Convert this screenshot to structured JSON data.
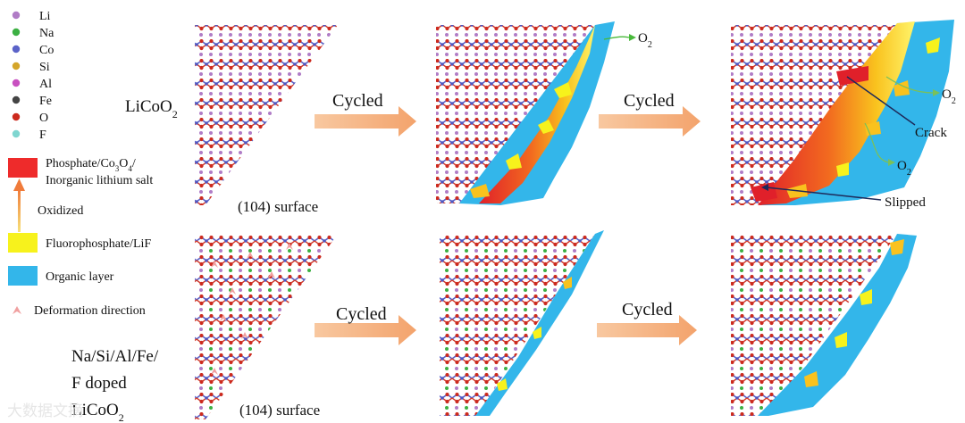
{
  "legend": {
    "elements": [
      {
        "symbol": "Li",
        "color": "#b07cc6"
      },
      {
        "symbol": "Na",
        "color": "#3cb043"
      },
      {
        "symbol": "Co",
        "color": "#5b63c8"
      },
      {
        "symbol": "Si",
        "color": "#d4a52a"
      },
      {
        "symbol": "Al",
        "color": "#c850c0"
      },
      {
        "symbol": "Fe",
        "color": "#444444"
      },
      {
        "symbol": "O",
        "color": "#cc2a1e"
      },
      {
        "symbol": "F",
        "color": "#7fd6d0"
      }
    ],
    "phosphate": {
      "line1": "Phosphate/Co",
      "sub1": "3",
      "mid": "O",
      "sub2": "4",
      "tail": "/",
      "line2": "Inorganic lithium salt",
      "color": "#ee2b2b"
    },
    "oxidized": "Oxidized",
    "fluorophosphate": {
      "label": "Fluorophosphate/LiF",
      "color": "#f7f21c"
    },
    "organic": {
      "label": "Organic layer",
      "color": "#33b6ea"
    },
    "deformation": {
      "label": "Deformation direction",
      "color": "#f0a0a0"
    }
  },
  "rows": {
    "top": {
      "label_main": "LiCoO",
      "label_sub": "2",
      "surface": "(104) surface",
      "arrow1": "Cycled",
      "arrow2": "Cycled"
    },
    "bottom": {
      "label_line1": "Na/Si/Al/Fe/",
      "label_line2": "F doped",
      "label_line3": "LiCoO",
      "label_line3_sub": "2",
      "surface": "(104) surface",
      "arrow1": "Cycled",
      "arrow2": "Cycled"
    }
  },
  "annotations": {
    "o2_main": "O",
    "o2_sub": "2",
    "crack": "Crack",
    "slipped": "Slipped"
  },
  "watermark": "大数据文摘"
}
